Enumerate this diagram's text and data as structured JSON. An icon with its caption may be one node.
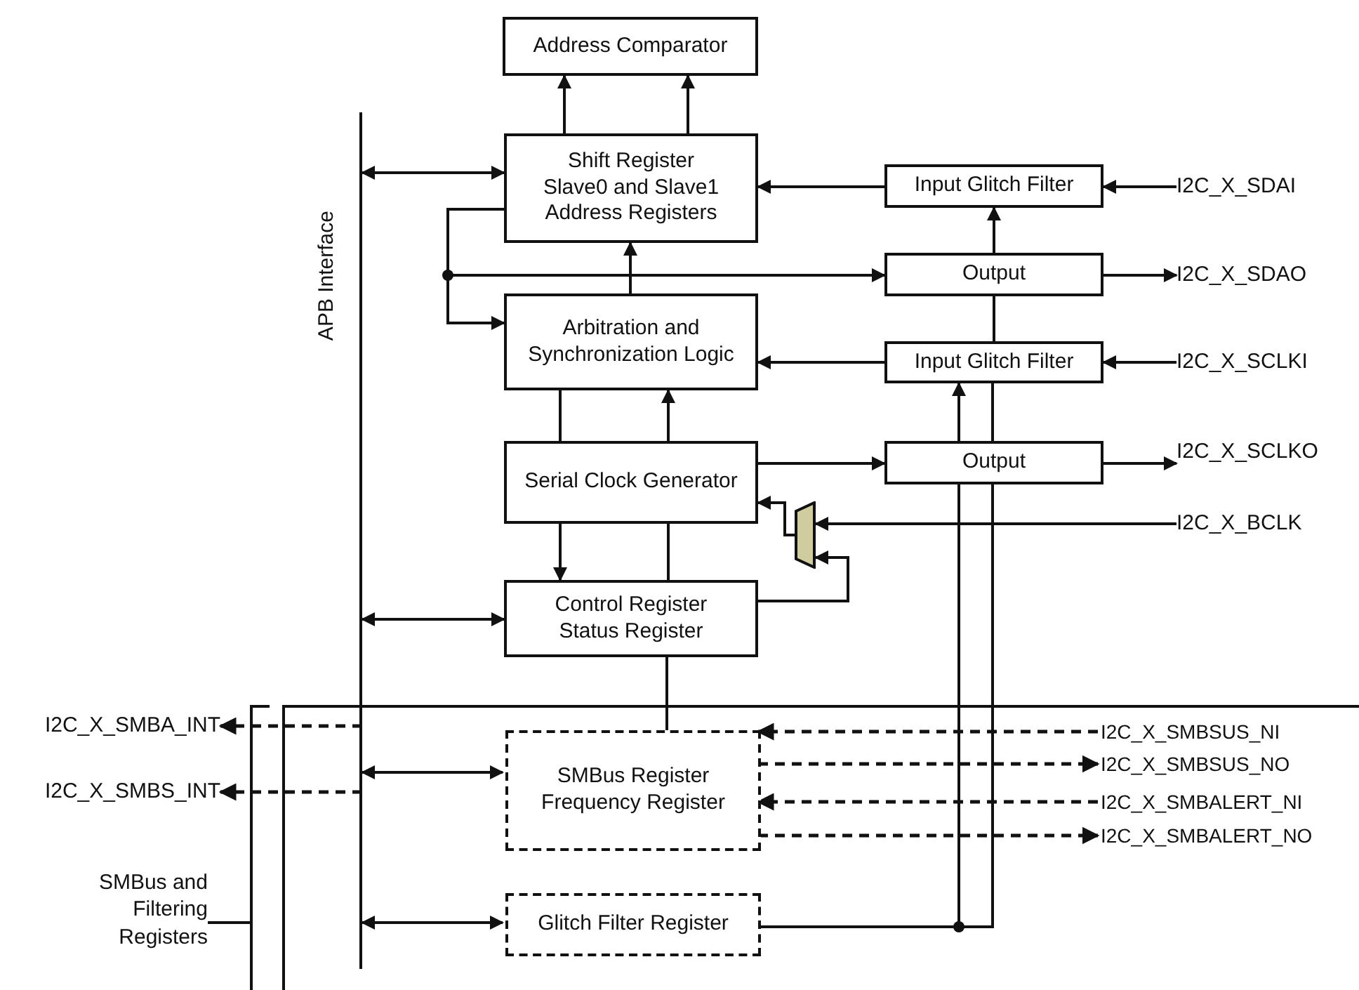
{
  "diagram": {
    "nodes": [
      {
        "text": [
          "Address Comparator"
        ]
      },
      {
        "text": [
          "Shift Register",
          "Slave0 and Slave1 Address Registers"
        ]
      },
      {
        "text": [
          "APB Interface"
        ]
      },
      {
        "text": [
          "Input Glitch Filter"
        ]
      },
      {
        "text": [
          "I2C_X_SDAI"
        ]
      },
      {
        "text": [
          "Output"
        ]
      },
      {
        "text": [
          "I2C_X_SDAO"
        ]
      },
      {
        "text": [
          "Arbitration and Synchronization Logic"
        ]
      },
      {
        "text": [
          "Input Glitch Filter"
        ]
      },
      {
        "text": [
          "I2C_X_SCLKI"
        ]
      },
      {
        "text": [
          "Serial Clock Generator"
        ]
      },
      {
        "text": [
          "Output"
        ]
      },
      {
        "text": [
          "I2C_X_SCLKO"
        ]
      },
      {
        "text": [],
        "shape": "trapezoid"
      },
      {
        "text": [
          "I2C_X_BCLK"
        ]
      },
      {
        "text": [
          "Control Register",
          "Status Register"
        ]
      },
      {
        "text": [],
        "shape": "box"
      },
      {
        "text": [
          "I2C_X_SMBA_INT"
        ]
      },
      {
        "text": [
          "SMBus Register",
          "Frequency Register"
        ],
        "in": 16
      },
      {
        "text": [
          "I2C_X_SMBSUS_NI"
        ],
        "in": 16
      },
      {
        "text": [
          "I2C_X_SMBSUS_NO"
        ],
        "in": 16
      },
      {
        "text": [
          "I2C_X_SMBS_INT"
        ]
      },
      {
        "text": [
          "I2C_X_SMBALERT_NI"
        ],
        "in": 16
      },
      {
        "text": [
          "I2C_X_SMBALERT_NO"
        ],
        "in": 16
      },
      {
        "text": [
          "SMBus and Filtering Registers"
        ]
      },
      {
        "text": [
          "Glitch Filter Register"
        ],
        "in": 16
      }
    ],
    "edges": [
      {
        "from": 1,
        "to": 0,
        "arrow": "to"
      },
      {
        "from": 1,
        "to": 0,
        "arrow": "to"
      },
      {
        "from": 2,
        "to": 1,
        "arrow": "both"
      },
      {
        "from": 3,
        "to": 1,
        "arrow": "to"
      },
      {
        "from": 4,
        "to": 3,
        "arrow": "to"
      },
      {
        "from": 5,
        "to": 3,
        "arrow": "to"
      },
      {
        "from": 5,
        "to": 6,
        "arrow": "to"
      },
      {
        "from": 1,
        "to": 5,
        "arrow": "to"
      },
      {
        "from": 1,
        "to": 7,
        "arrow": "to"
      },
      {
        "from": 7,
        "to": 1,
        "arrow": "to"
      },
      {
        "from": 8,
        "to": 7,
        "arrow": "to"
      },
      {
        "from": 9,
        "to": 8,
        "arrow": "to"
      },
      {
        "from": 5,
        "to": 8,
        "arrow": "none"
      },
      {
        "from": 11,
        "to": 8,
        "arrow": "to"
      },
      {
        "from": 25,
        "to": 11,
        "arrow": "none"
      },
      {
        "from": 25,
        "to": 11,
        "arrow": "none"
      },
      {
        "from": 7,
        "to": 10,
        "arrow": "none"
      },
      {
        "from": 10,
        "to": 7,
        "arrow": "to"
      },
      {
        "from": 10,
        "to": 11,
        "arrow": "to"
      },
      {
        "from": 11,
        "to": 12,
        "arrow": "to"
      },
      {
        "from": 13,
        "to": 10,
        "arrow": "to"
      },
      {
        "from": 14,
        "to": 13,
        "arrow": "to"
      },
      {
        "from": 15,
        "to": 13,
        "arrow": "to"
      },
      {
        "from": 10,
        "to": 15,
        "arrow": "to"
      },
      {
        "from": 15,
        "to": 10,
        "arrow": "none"
      },
      {
        "from": 2,
        "to": 15,
        "arrow": "both"
      },
      {
        "from": 15,
        "to": 18,
        "arrow": "none"
      },
      {
        "from": 2,
        "to": 17,
        "arrow": "to",
        "style": "dashed"
      },
      {
        "from": 2,
        "to": 18,
        "arrow": "both"
      },
      {
        "from": 2,
        "to": 21,
        "arrow": "to",
        "style": "dashed"
      },
      {
        "from": 19,
        "to": 18,
        "arrow": "to",
        "style": "dashed"
      },
      {
        "from": 18,
        "to": 20,
        "arrow": "to",
        "style": "dashed"
      },
      {
        "from": 22,
        "to": 18,
        "arrow": "to",
        "style": "dashed"
      },
      {
        "from": 18,
        "to": 23,
        "arrow": "to",
        "style": "dashed"
      },
      {
        "from": 24,
        "to": 16,
        "arrow": "none"
      },
      {
        "from": 2,
        "to": 25,
        "arrow": "both"
      },
      {
        "from": 11,
        "to": 8,
        "arrow": "none"
      }
    ]
  }
}
